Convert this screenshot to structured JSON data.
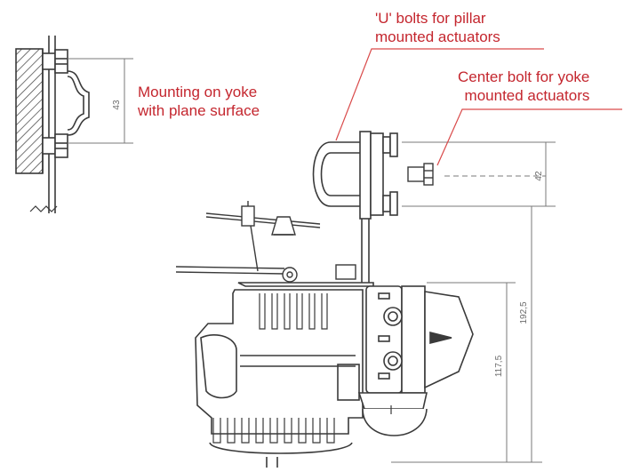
{
  "callouts": {
    "u_bolts": [
      "'U' bolts for pillar",
      "mounted actuators"
    ],
    "center_bolt": [
      "Center bolt for yoke",
      "mounted actuators"
    ],
    "yoke_plane": [
      "Mounting on yoke",
      "with plane surface"
    ]
  },
  "dimensions": {
    "yoke_bolt_spacing": "43",
    "u_bolt_spacing": "42",
    "height_to_u_bolt": "192,5",
    "height_to_mount": "117,5"
  },
  "colors": {
    "callout_text": "#c4262e",
    "leader_line": "#d94a4a",
    "drawing_line": "#3a3a3a",
    "dimension_line": "#7a7a7a"
  }
}
